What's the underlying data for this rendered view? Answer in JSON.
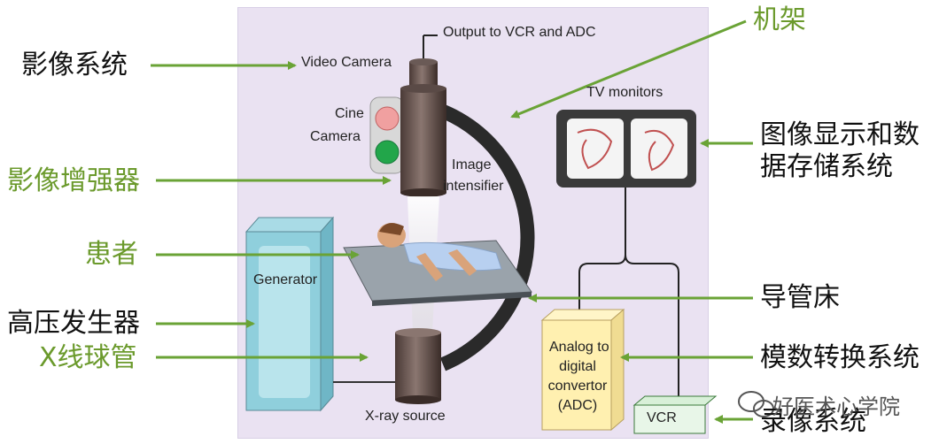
{
  "labels_left": {
    "imaging_system": "影像系统",
    "image_intensifier": "影像增强器",
    "patient": "患者",
    "hv_generator": "高压发生器",
    "xray_tube": "X线球管"
  },
  "labels_right": {
    "gantry": "机架",
    "display_storage_line1": "图像显示和数",
    "display_storage_line2": "据存储系统",
    "catheter_bed": "导管床",
    "adc_system": "模数转换系统",
    "recording_system": "录像系统"
  },
  "diagram_text": {
    "output": "Output to VCR and ADC",
    "video_camera": "Video Camera",
    "cine_line1": "Cine",
    "cine_line2": "Camera",
    "image_line1": "Image",
    "image_line2": "intensifier",
    "tv_monitors": "TV monitors",
    "generator": "Generator",
    "adc_line1": "Analog to",
    "adc_line2": "digital",
    "adc_line3": "convertor",
    "adc_line4": "(ADC)",
    "vcr": "VCR",
    "xray_source": "X-ray source"
  },
  "watermark": "好医术心学院",
  "colors": {
    "green_label": "#6b9a2c",
    "arrow": "#6aa336",
    "panel_bg": "#eae2f2"
  }
}
